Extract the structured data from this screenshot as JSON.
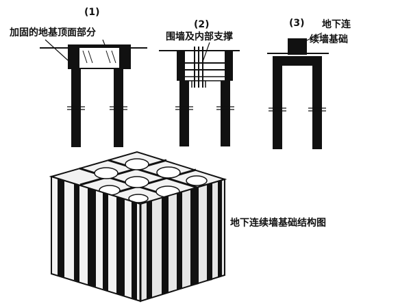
{
  "stages": [
    {
      "number": "(1)",
      "label": "加固的地基顶面部分"
    },
    {
      "number": "(2)",
      "label": "围墙及内部支撑"
    },
    {
      "number": "(3)",
      "label_line1": "地下连",
      "label_line2": "续墙基础"
    }
  ],
  "caption": "地下连续墙基础结构图",
  "colors": {
    "ink": "#111111",
    "paper": "#ffffff",
    "face_light": "#f2f2f2",
    "face_shade": "#e6e6e6"
  }
}
